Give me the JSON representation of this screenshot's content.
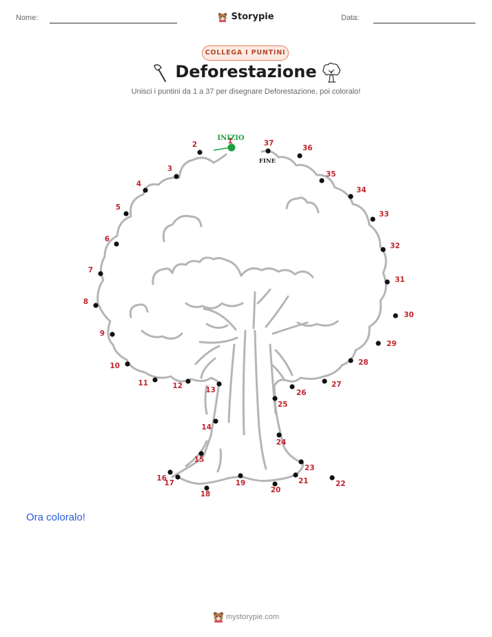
{
  "header": {
    "name_label": "Nome:",
    "date_label": "Data:",
    "brand": "Storypie"
  },
  "badge": "COLLEGA I PUNTINI",
  "title": "Deforestazione",
  "subtitle": "Unisci i puntini da 1 a 37 per disegnare Deforestazione, poi coloralo!",
  "start_label": "INIZIO",
  "end_label": "FINE",
  "color_prompt": "Ora coloralo!",
  "footer": "mystorypie.com",
  "icons": {
    "left": "axe-icon",
    "right": "tree-icon",
    "brand": "bear-mascot-icon"
  },
  "colors": {
    "number": "#c0262e",
    "start": "#1e9e3f",
    "outline": "#b5b5b5",
    "prompt": "#2a5bd7"
  },
  "dots": [
    {
      "n": "1"
    },
    {
      "n": "2"
    },
    {
      "n": "3"
    },
    {
      "n": "4"
    },
    {
      "n": "5"
    },
    {
      "n": "6"
    },
    {
      "n": "7"
    },
    {
      "n": "8"
    },
    {
      "n": "9"
    },
    {
      "n": "10"
    },
    {
      "n": "11"
    },
    {
      "n": "12"
    },
    {
      "n": "13"
    },
    {
      "n": "14"
    },
    {
      "n": "15"
    },
    {
      "n": "16"
    },
    {
      "n": "17"
    },
    {
      "n": "18"
    },
    {
      "n": "19"
    },
    {
      "n": "20"
    },
    {
      "n": "21"
    },
    {
      "n": "22"
    },
    {
      "n": "23"
    },
    {
      "n": "24"
    },
    {
      "n": "25"
    },
    {
      "n": "26"
    },
    {
      "n": "27"
    },
    {
      "n": "28"
    },
    {
      "n": "29"
    },
    {
      "n": "30"
    },
    {
      "n": "31"
    },
    {
      "n": "32"
    },
    {
      "n": "33"
    },
    {
      "n": "34"
    },
    {
      "n": "35"
    },
    {
      "n": "36"
    },
    {
      "n": "37"
    }
  ]
}
